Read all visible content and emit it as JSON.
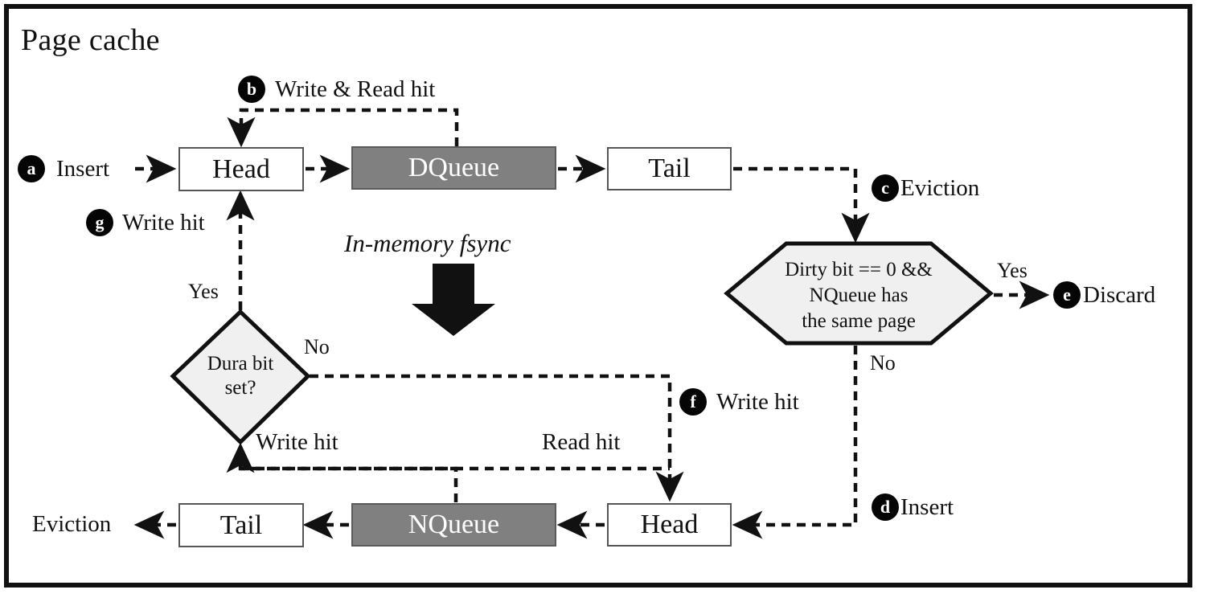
{
  "diagram": {
    "title": "Page cache",
    "nodes": {
      "head_top": "Head",
      "dqueue": "DQueue",
      "tail_top": "Tail",
      "tail_bottom": "Tail",
      "nqueue": "NQueue",
      "head_bottom": "Head",
      "hexagon_line1": "Dirty bit == 0 &&",
      "hexagon_line2": "NQueue has",
      "hexagon_line3": "the same page",
      "diamond_line1": "Dura bit",
      "diamond_line2": "set?"
    },
    "annotations": {
      "in_memory_fsync": "In-memory fsync",
      "eviction_out": "Eviction"
    },
    "steps": [
      {
        "key": "a",
        "label": "Insert"
      },
      {
        "key": "b",
        "label": "Write & Read hit"
      },
      {
        "key": "c",
        "label": "Eviction"
      },
      {
        "key": "d",
        "label": "Insert"
      },
      {
        "key": "e",
        "label": "Discard"
      },
      {
        "key": "f",
        "label": "Write hit"
      },
      {
        "key": "g",
        "label": "Write hit"
      }
    ],
    "edge_labels": {
      "yes_hexagon": "Yes",
      "no_hexagon": "No",
      "yes_diamond": "Yes",
      "no_diamond": "No",
      "write_hit_nqueue": "Write hit",
      "read_hit_nqueue": "Read hit"
    },
    "colors": {
      "queue_fill": "#808080",
      "shape_fill": "#f0f0f0",
      "border": "#111111",
      "badge": "#050505"
    }
  }
}
